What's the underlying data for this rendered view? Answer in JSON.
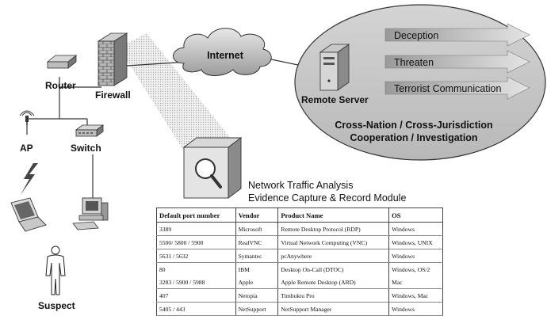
{
  "nodes": {
    "router": "Router",
    "firewall": "Firewall",
    "internet": "Internet",
    "remote_server": "Remote Server",
    "ap": "AP",
    "switch": "Switch",
    "suspect": "Suspect"
  },
  "threats": [
    "Deception",
    "Threaten",
    "Terrorist Communication"
  ],
  "cooperation": {
    "line1": "Cross-Nation / Cross-Jurisdiction",
    "line2": "Cooperation / Investigation"
  },
  "module": {
    "line1": "Network Traffic Analysis",
    "line2": "Evidence Capture & Record Module"
  },
  "table": {
    "headers": [
      "Default port number",
      "Vendor",
      "Product Name",
      "OS"
    ],
    "rows": [
      [
        "3389",
        "Microsoft",
        "Remote Desktop Protocol (RDP)",
        "Windows"
      ],
      [
        "5500/ 5800 / 5900",
        "RealVNC",
        "Virtual Network Computing (VNC)",
        "Windows, UNIX"
      ],
      [
        "5631 / 5632",
        "Symantec",
        "pcAnywhere",
        "Windows"
      ],
      [
        "80",
        "IBM",
        "Desktop On-Call (DTOC)",
        "Windows, OS/2"
      ],
      [
        "3283 / 5900 / 5988",
        "Apple",
        "Apple Remote Desktop (ARD)",
        "Mac"
      ],
      [
        "407",
        "Netopia",
        "Timbuktu Pro",
        "Windows, Mac"
      ],
      [
        "5405 / 443",
        "NetSupport",
        "NetSupport Manager",
        "Windows"
      ]
    ]
  }
}
